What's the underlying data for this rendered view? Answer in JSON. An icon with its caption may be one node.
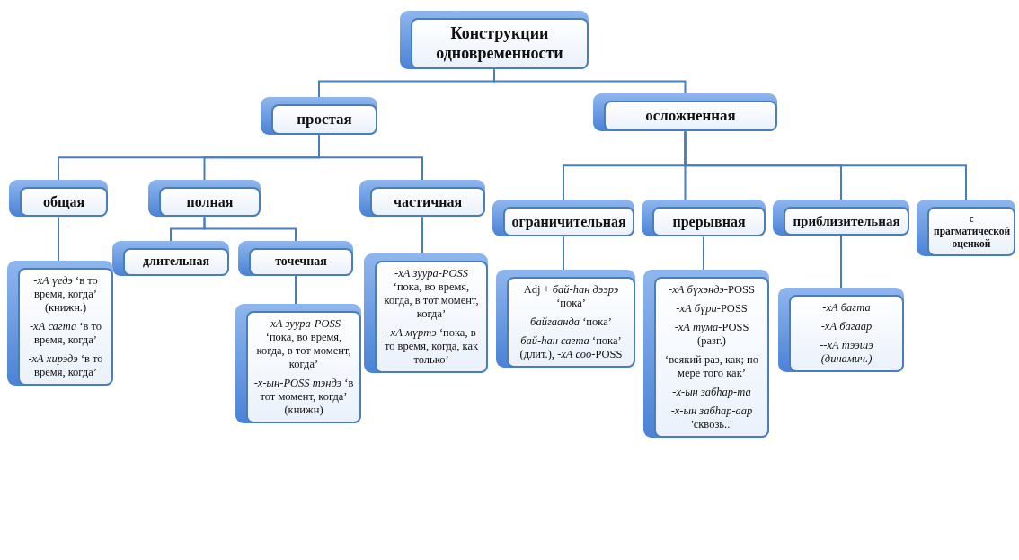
{
  "diagram": {
    "nodes": [
      {
        "text": [
          "Конструкции одновременности"
        ]
      },
      {
        "text": [
          "простая"
        ]
      },
      {
        "text": [
          "осложненная"
        ]
      },
      {
        "text": [
          "общая"
        ]
      },
      {
        "text": [
          "полная"
        ]
      },
      {
        "text": [
          "частичная"
        ]
      },
      {
        "text": [
          "ограничительная"
        ]
      },
      {
        "text": [
          "прерывная"
        ]
      },
      {
        "text": [
          "приблизительная"
        ]
      },
      {
        "text": [
          "с прагматической оценкой"
        ]
      },
      {
        "text": [
          "длительная"
        ]
      },
      {
        "text": [
          "точечная"
        ]
      },
      {
        "text": [
          "*-хА үедэ* ‘в то время, когда’ (книжн.)",
          "*-хА сагта* ‘в то время, когда’",
          "*-хА хирэдэ* ‘в то время, когда’"
        ]
      },
      {
        "text": [
          "*-хА зуура-POSS* ‘пока, во время, когда, в тот момент, когда’",
          "*-х-ын-POSS тэндэ* ‘в тот момент, когда’ (книжн)"
        ]
      },
      {
        "text": [
          "*-хА зуура-POSS* ‘пока, во время, когда, в тот момент, когда’",
          "*-хА мүртэ* ‘пока, в то время, когда, как только’"
        ]
      },
      {
        "text": [
          "Adj + *бай-һан дээрэ* ‘пока’",
          "*байгаанда* ‘пока’",
          "*бай-һан сагта* ‘пока’ (длит.), *-хА соо*-POSS"
        ]
      },
      {
        "text": [
          "*-хА бүхэндэ*-POSS",
          "*-хА бүри*-POSS",
          "*-хА тума*-POSS (разг.)",
          "‘всякий раз, как; по мере того как’",
          "*-х-ын забһар-та*",
          "*-х-ын забһар-аар* 'сквозь..'"
        ]
      },
      {
        "text": [
          "*-хА багта*",
          "*-хА багаар*",
          "*--хА тээшэ (динамич.)*"
        ]
      }
    ],
    "edges": [
      {
        "from": 0,
        "to": 1,
        "arrow": "none"
      },
      {
        "from": 0,
        "to": 2,
        "arrow": "none"
      },
      {
        "from": 1,
        "to": 3,
        "arrow": "none"
      },
      {
        "from": 1,
        "to": 4,
        "arrow": "none"
      },
      {
        "from": 1,
        "to": 5,
        "arrow": "none"
      },
      {
        "from": 2,
        "to": 6,
        "arrow": "none"
      },
      {
        "from": 2,
        "to": 7,
        "arrow": "none"
      },
      {
        "from": 2,
        "to": 8,
        "arrow": "none"
      },
      {
        "from": 2,
        "to": 9,
        "arrow": "none"
      },
      {
        "from": 4,
        "to": 10,
        "arrow": "none"
      },
      {
        "from": 4,
        "to": 11,
        "arrow": "none"
      },
      {
        "from": 3,
        "to": 12,
        "arrow": "none"
      },
      {
        "from": 11,
        "to": 13,
        "arrow": "none"
      },
      {
        "from": 5,
        "to": 14,
        "arrow": "none"
      },
      {
        "from": 6,
        "to": 15,
        "arrow": "none"
      },
      {
        "from": 7,
        "to": 16,
        "arrow": "none"
      },
      {
        "from": 8,
        "to": 17,
        "arrow": "none"
      }
    ]
  }
}
